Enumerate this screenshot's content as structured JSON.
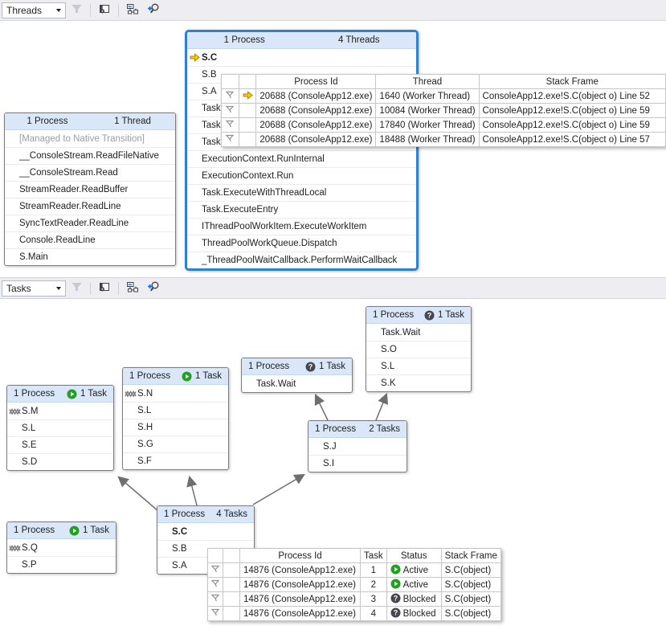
{
  "colors": {
    "selection_border": "#2e80d6",
    "header_fill": "#d9e7f8",
    "active_green": "#1ca21c",
    "blocked_gray": "#47474f",
    "current_arrow_yellow": "#fcc90c"
  },
  "threads_toolbar": {
    "selector": "Threads"
  },
  "tasks_toolbar": {
    "selector": "Tasks"
  },
  "threads_view": {
    "left_box": {
      "header_left": "1 Process",
      "header_right": "1 Thread",
      "rows": [
        {
          "label": "[Managed to Native Transition]"
        },
        {
          "label": "__ConsoleStream.ReadFileNative"
        },
        {
          "label": "__ConsoleStream.Read"
        },
        {
          "label": "StreamReader.ReadBuffer"
        },
        {
          "label": "StreamReader.ReadLine"
        },
        {
          "label": "SyncTextReader.ReadLine"
        },
        {
          "label": "Console.ReadLine"
        },
        {
          "label": "S.Main"
        }
      ]
    },
    "main_box": {
      "header_left": "1 Process",
      "header_right": "4 Threads",
      "rows": [
        {
          "label": "S.C"
        },
        {
          "label": "S.B"
        },
        {
          "label": "S.A"
        },
        {
          "label": "Task"
        },
        {
          "label": "Task"
        },
        {
          "label": "Task"
        },
        {
          "label": "ExecutionContext.RunInternal"
        },
        {
          "label": "ExecutionContext.Run"
        },
        {
          "label": "Task.ExecuteWithThreadLocal"
        },
        {
          "label": "Task.ExecuteEntry"
        },
        {
          "label": "IThreadPoolWorkItem.ExecuteWorkItem"
        },
        {
          "label": "ThreadPoolWorkQueue.Dispatch"
        },
        {
          "label": "_ThreadPoolWaitCallback.PerformWaitCallback"
        }
      ]
    },
    "table": {
      "col_process": "Process Id",
      "col_thread": "Thread",
      "col_frame": "Stack Frame",
      "rows": [
        {
          "process": "20688 (ConsoleApp12.exe)",
          "thread": "1640 (Worker Thread)",
          "frame": "ConsoleApp12.exe!S.C(object o) Line 52"
        },
        {
          "process": "20688 (ConsoleApp12.exe)",
          "thread": "10084 (Worker Thread)",
          "frame": "ConsoleApp12.exe!S.C(object o) Line 59"
        },
        {
          "process": "20688 (ConsoleApp12.exe)",
          "thread": "17840 (Worker Thread)",
          "frame": "ConsoleApp12.exe!S.C(object o) Line 59"
        },
        {
          "process": "20688 (ConsoleApp12.exe)",
          "thread": "18488 (Worker Thread)",
          "frame": "ConsoleApp12.exe!S.C(object o) Line 57"
        }
      ]
    }
  },
  "tasks_view": {
    "boxes": {
      "so": {
        "header_left": "1 Process",
        "header_right": "1 Task",
        "rows": [
          {
            "label": "Task.Wait"
          },
          {
            "label": "S.O"
          },
          {
            "label": "S.L"
          },
          {
            "label": "S.K"
          }
        ]
      },
      "wait": {
        "header_left": "1 Process",
        "header_right": "1 Task",
        "rows": [
          {
            "label": "Task.Wait"
          }
        ]
      },
      "sn": {
        "header_left": "1 Process",
        "header_right": "1 Task",
        "rows": [
          {
            "label": "S.N"
          },
          {
            "label": "S.L"
          },
          {
            "label": "S.H"
          },
          {
            "label": "S.G"
          },
          {
            "label": "S.F"
          }
        ]
      },
      "sm": {
        "header_left": "1 Process",
        "header_right": "1 Task",
        "rows": [
          {
            "label": "S.M"
          },
          {
            "label": "S.L"
          },
          {
            "label": "S.E"
          },
          {
            "label": "S.D"
          }
        ]
      },
      "two": {
        "header_left": "1 Process",
        "header_right": "2 Tasks",
        "rows": [
          {
            "label": "S.J"
          },
          {
            "label": "S.I"
          }
        ]
      },
      "four": {
        "header_left": "1 Process",
        "header_right": "4 Tasks",
        "rows": [
          {
            "label": "S.C"
          },
          {
            "label": "S.B"
          },
          {
            "label": "S.A"
          }
        ]
      },
      "sq": {
        "header_left": "1 Process",
        "header_right": "1 Task",
        "rows": [
          {
            "label": "S.Q"
          },
          {
            "label": "S.P"
          }
        ]
      }
    },
    "table": {
      "col_process": "Process Id",
      "col_task": "Task",
      "col_status": "Status",
      "col_frame": "Stack Frame",
      "rows": [
        {
          "process": "14876 (ConsoleApp12.exe)",
          "task": "1",
          "status": "Active",
          "frame": "S.C(object)"
        },
        {
          "process": "14876 (ConsoleApp12.exe)",
          "task": "2",
          "status": "Active",
          "frame": "S.C(object)"
        },
        {
          "process": "14876 (ConsoleApp12.exe)",
          "task": "3",
          "status": "Blocked",
          "frame": "S.C(object)"
        },
        {
          "process": "14876 (ConsoleApp12.exe)",
          "task": "4",
          "status": "Blocked",
          "frame": "S.C(object)"
        }
      ]
    }
  }
}
